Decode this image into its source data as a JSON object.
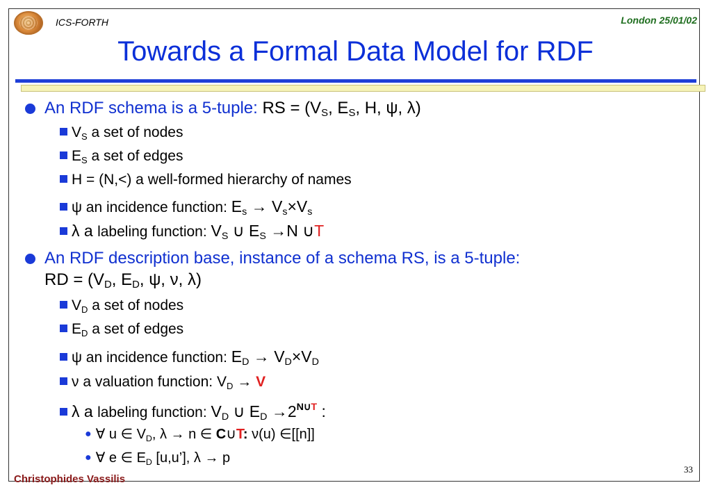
{
  "header": {
    "org": "ICS-FORTH",
    "date": "London 25/01/02"
  },
  "title": "Towards a Formal Data Model for RDF",
  "items": [
    {
      "text": "An RDF schema is a 5-tuple:",
      "formula": "RS = (VS, ES, H, ψ, λ)",
      "subitems": [
        "VS a set of nodes",
        "ES a set of edges",
        "H = (N,<) a well-formed hierarchy of names",
        "ψ an incidence function: Es → Vs×Vs",
        "λ a labeling function: VS ∪ ES →N ∪T"
      ]
    },
    {
      "text": "An RDF description base, instance of a schema RS, is a 5-tuple:",
      "formula": "RD = (VD, ED, ψ, ν, λ)",
      "subitems": [
        "VD a set of nodes",
        "ED a set of edges",
        "ψ an incidence function: ED → VD×VD",
        "ν a valuation function: VD → V",
        "λ a labeling function: VD ∪ ED →2N∪T :"
      ],
      "subsubitems": [
        "∀ u ∈ VD, λ → n ∈ C∪T: ν(u) ∈[[n]]",
        "∀ e ∈ ED [u,u’], λ → p"
      ]
    }
  ],
  "footer": {
    "author": "Christophides Vassilis",
    "page": "33"
  },
  "colors": {
    "title": "#0b2fd8",
    "accent": "#1a3ad8",
    "highlight": "#e02020",
    "date": "#1f6e1f",
    "author": "#8a1a1a"
  }
}
